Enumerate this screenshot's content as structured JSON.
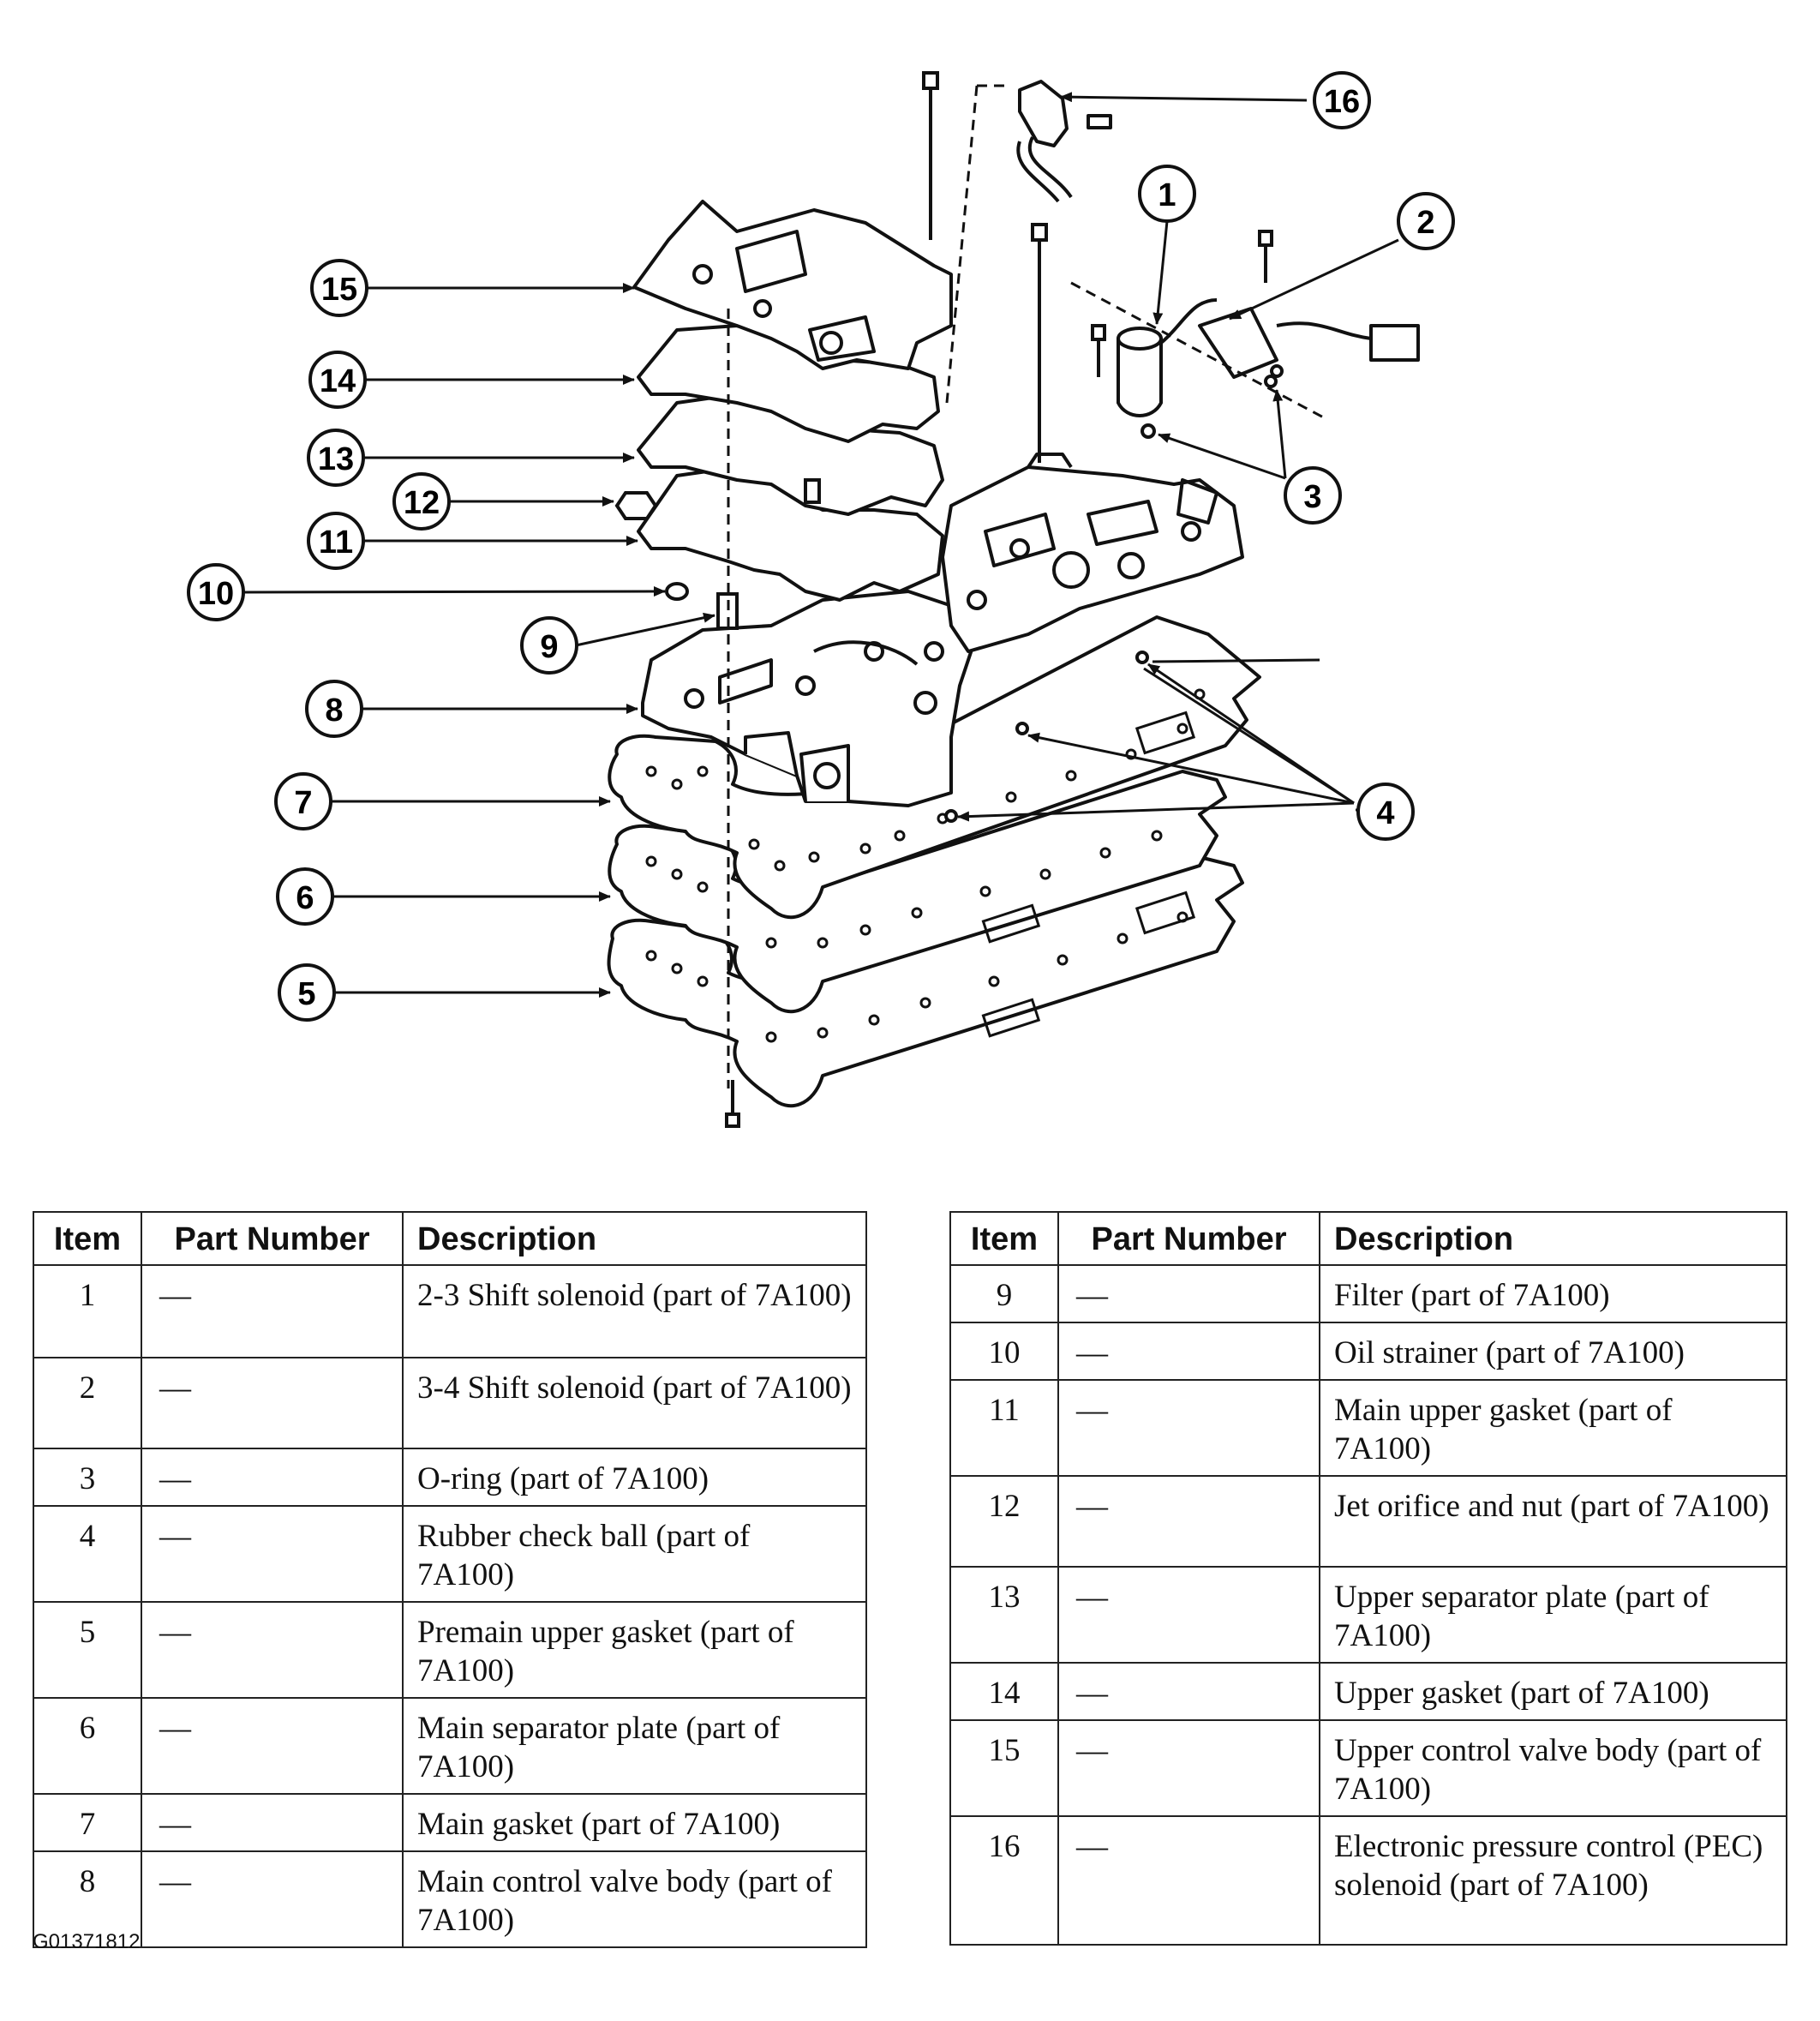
{
  "callouts": [
    "1",
    "2",
    "3",
    "4",
    "5",
    "6",
    "7",
    "8",
    "9",
    "10",
    "11",
    "12",
    "13",
    "14",
    "15",
    "16"
  ],
  "table_headers": {
    "item": "Item",
    "part_number": "Part Number",
    "description": "Description"
  },
  "parts_left": [
    {
      "item": "1",
      "part_number": "—",
      "description": "2-3 Shift solenoid (part of 7A100)"
    },
    {
      "item": "2",
      "part_number": "—",
      "description": "3-4 Shift solenoid (part of 7A100)"
    },
    {
      "item": "3",
      "part_number": "—",
      "description": "O-ring (part of 7A100)"
    },
    {
      "item": "4",
      "part_number": "—",
      "description": "Rubber check ball (part of 7A100)"
    },
    {
      "item": "5",
      "part_number": "—",
      "description": "Premain upper gasket (part of 7A100)"
    },
    {
      "item": "6",
      "part_number": "—",
      "description": "Main separator plate (part of 7A100)"
    },
    {
      "item": "7",
      "part_number": "—",
      "description": "Main gasket (part of 7A100)"
    },
    {
      "item": "8",
      "part_number": "—",
      "description": "Main control valve body (part of 7A100)"
    }
  ],
  "parts_right": [
    {
      "item": "9",
      "part_number": "—",
      "description": "Filter (part of 7A100)"
    },
    {
      "item": "10",
      "part_number": "—",
      "description": "Oil strainer (part of 7A100)"
    },
    {
      "item": "11",
      "part_number": "—",
      "description": "Main upper gasket (part of 7A100)"
    },
    {
      "item": "12",
      "part_number": "—",
      "description": "Jet orifice and nut (part of 7A100)"
    },
    {
      "item": "13",
      "part_number": "—",
      "description": "Upper separator plate (part of 7A100)"
    },
    {
      "item": "14",
      "part_number": "—",
      "description": "Upper gasket (part of 7A100)"
    },
    {
      "item": "15",
      "part_number": "—",
      "description": "Upper control valve body (part of 7A100)"
    },
    {
      "item": "16",
      "part_number": "—",
      "description": "Electronic pressure control (PEC) solenoid (part of 7A100)"
    }
  ],
  "figure_id": "G01371812"
}
